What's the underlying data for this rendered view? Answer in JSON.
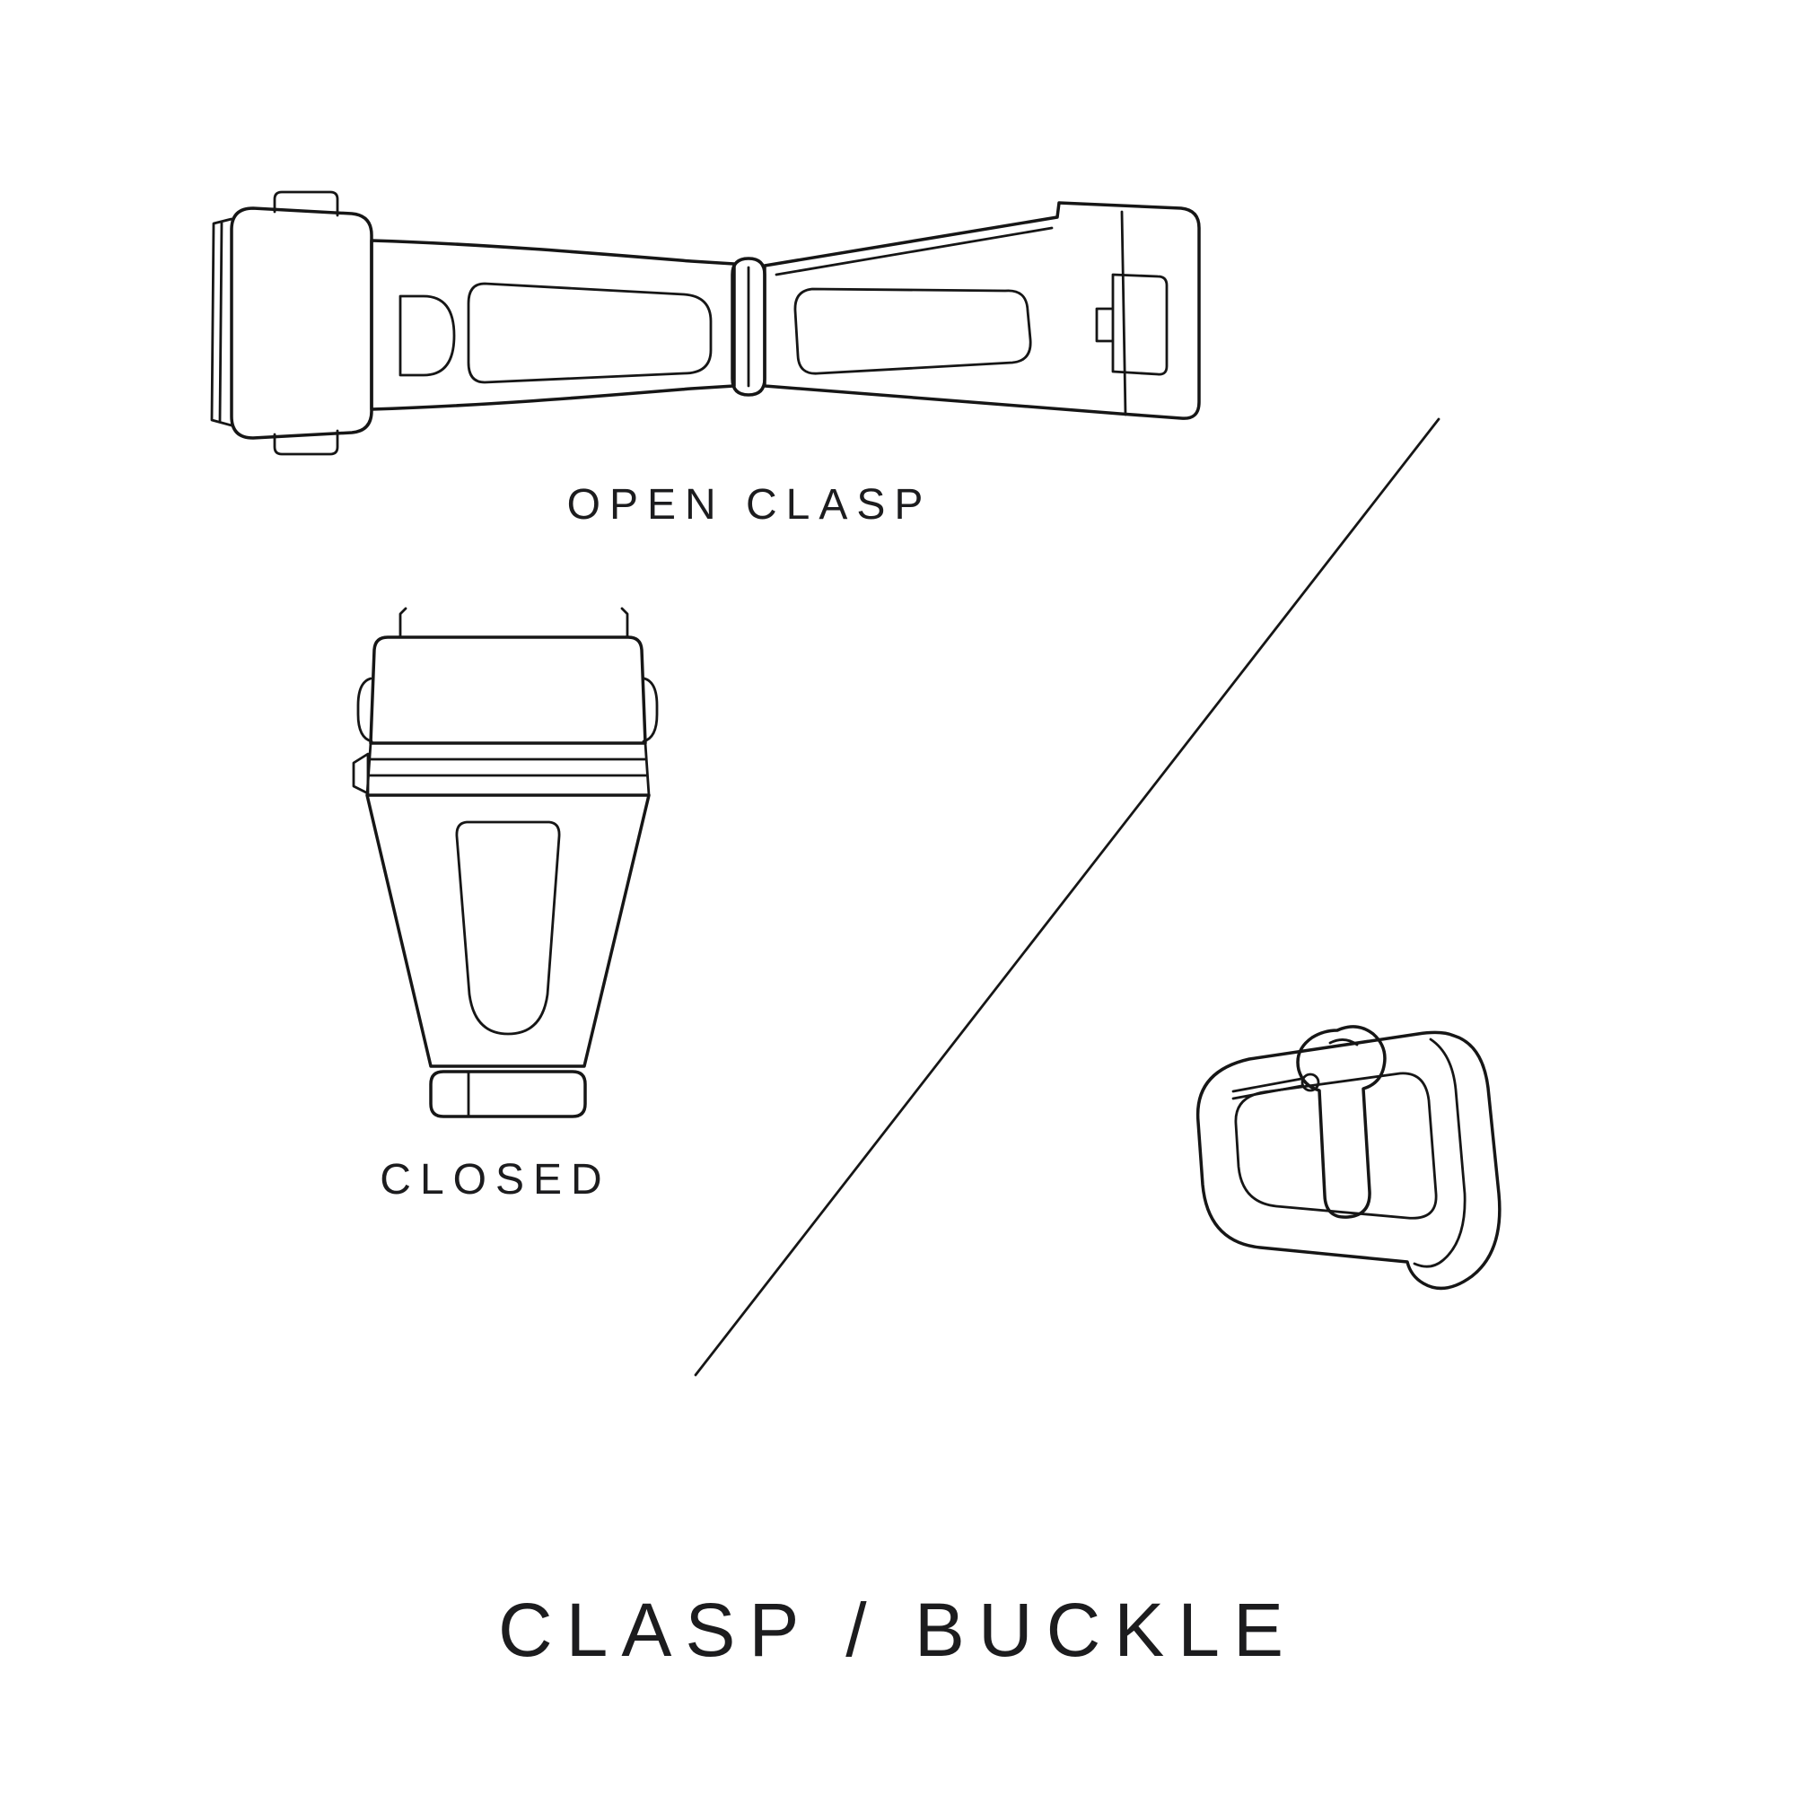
{
  "page": {
    "background_color": "#ffffff",
    "line_color": "#161616",
    "text_color": "#1c1c1e"
  },
  "labels": {
    "open_clasp": "OPEN CLASP",
    "closed": "CLOSED",
    "title": "CLASP / BUCKLE"
  },
  "figures": [
    {
      "name": "open-clasp-illustration",
      "caption": "OPEN CLASP",
      "description": "deployant watch clasp shown unfolded / open, horizontal"
    },
    {
      "name": "closed-clasp-illustration",
      "caption": "CLOSED",
      "description": "same clasp folded shut, vertical"
    },
    {
      "name": "buckle-illustration",
      "caption": "",
      "description": "tang buckle with pin, perspective view"
    }
  ],
  "divider": {
    "type": "diagonal-line",
    "from": "upper-right",
    "to": "lower-left"
  }
}
